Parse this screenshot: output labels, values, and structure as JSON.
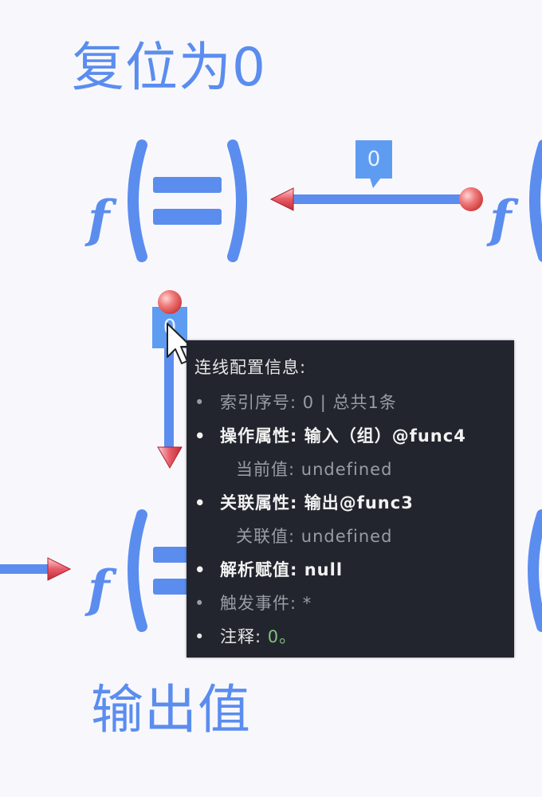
{
  "titles": {
    "reset": "复位为0",
    "output": "输出值"
  },
  "nodes": {
    "f_symbol": "f",
    "top_connector_label": "0",
    "mid_connector_label": "0"
  },
  "tooltip": {
    "title": "连线配置信息:",
    "rows": [
      {
        "bullet": "•",
        "label": "索引序号:",
        "value": " 0 | 总共1条",
        "style": "muted"
      },
      {
        "bullet": "•",
        "label": "操作属性:",
        "value": " 输入（组）@func4",
        "style": "bold"
      },
      {
        "label": "当前值:",
        "value": " undefined",
        "style": "sub"
      },
      {
        "bullet": "•",
        "label": "关联属性:",
        "value": " 输出@func3",
        "style": "bold"
      },
      {
        "label": "关联值:",
        "value": " undefined",
        "style": "sub"
      },
      {
        "bullet": "•",
        "label": "解析赋值:",
        "value": " null",
        "style": "bold"
      },
      {
        "bullet": "•",
        "label": "触发事件:",
        "value": " *",
        "style": "muted"
      },
      {
        "bullet": "•",
        "label": "注释:",
        "value": " 0。",
        "style": "note"
      }
    ]
  },
  "colors": {
    "accent": "#5b8def",
    "tooltip_bg": "#23252e",
    "dot": "#d23c3c",
    "arrow": "#e0394a"
  }
}
